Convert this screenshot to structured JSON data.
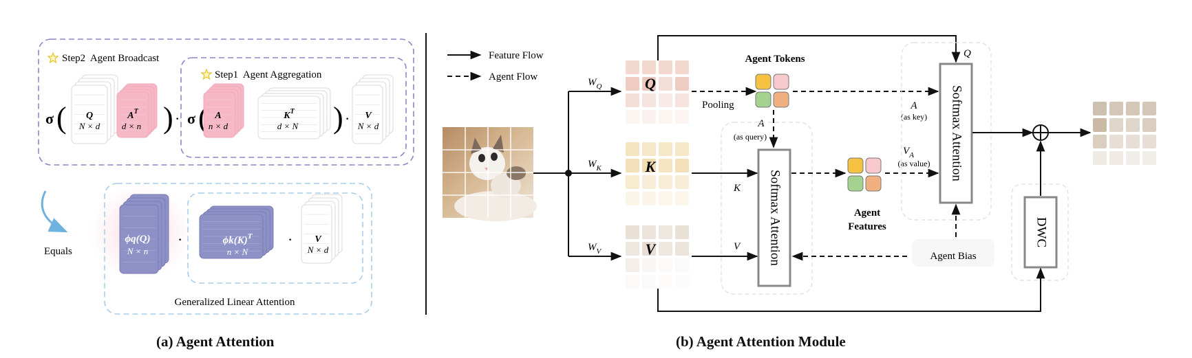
{
  "left_panel": {
    "step2_title": "Step2  Agent Broadcast",
    "step1_title": "Step1  Agent Aggregation",
    "sigma": "σ",
    "dot": "·",
    "q_label": "Q",
    "q_dim": "N × d",
    "at_label": "A",
    "at_sup": "T",
    "at_dim": "d × n",
    "a_label": "A",
    "a_dim": "n × d",
    "kt_label": "K",
    "kt_sup": "T",
    "kt_dim": "d × N",
    "v_label": "V",
    "v_dim": "N × d",
    "equals_label": "Equals",
    "phiq_label": "ϕq(Q)",
    "phiq_dim": "N × n",
    "phik_label": "ϕk(K)",
    "phik_sup": "T",
    "phik_dim": "n × N",
    "v2_label": "V",
    "v2_dim": "N × d",
    "gla_label": "Generalized Linear Attention",
    "caption": "(a) Agent Attention"
  },
  "right_panel": {
    "legend_feature": "Feature Flow",
    "legend_agent": "Agent Flow",
    "wq": "W",
    "wq_sub": "Q",
    "wk": "W",
    "wk_sub": "K",
    "wv": "W",
    "wv_sub": "V",
    "q_label": "Q",
    "k_label": "K",
    "v_label": "V",
    "agent_tokens": "Agent Tokens",
    "pooling": "Pooling",
    "a_query": "A",
    "a_query_note": "(as query)",
    "k_in": "K",
    "v_in": "V",
    "softmax1": "Softmax Attention",
    "agent_features_1": "Agent",
    "agent_features_2": "Features",
    "a_key": "A",
    "a_key_note": "(as key)",
    "va": "V",
    "va_sub": "A",
    "va_note": "(as value)",
    "q_top": "Q",
    "softmax2": "Softmax Attention",
    "agent_bias": "Agent Bias",
    "dwc": "DWC",
    "plus": "⊕",
    "caption": "(b) Agent Attention Module"
  },
  "colors": {
    "dashed_box": "#8b86c8",
    "light_dash": "#a9cdea",
    "pink_card": "#f6b8c6",
    "purple_card": "#8e91c6",
    "token_yellow": "#f5c341",
    "token_pink": "#f8c9cc",
    "token_green": "#a5d38f",
    "token_orange": "#f1b07f",
    "q_tile": "#ecc7bb",
    "k_tile": "#f2ddb0",
    "v_tile": "#e7ddd2",
    "out_tile": "#c9b9a5",
    "softmax_border": "#888888"
  },
  "icons": [
    "star-icon",
    "curved-arrow-icon",
    "cat-image",
    "plus-circle-icon"
  ]
}
